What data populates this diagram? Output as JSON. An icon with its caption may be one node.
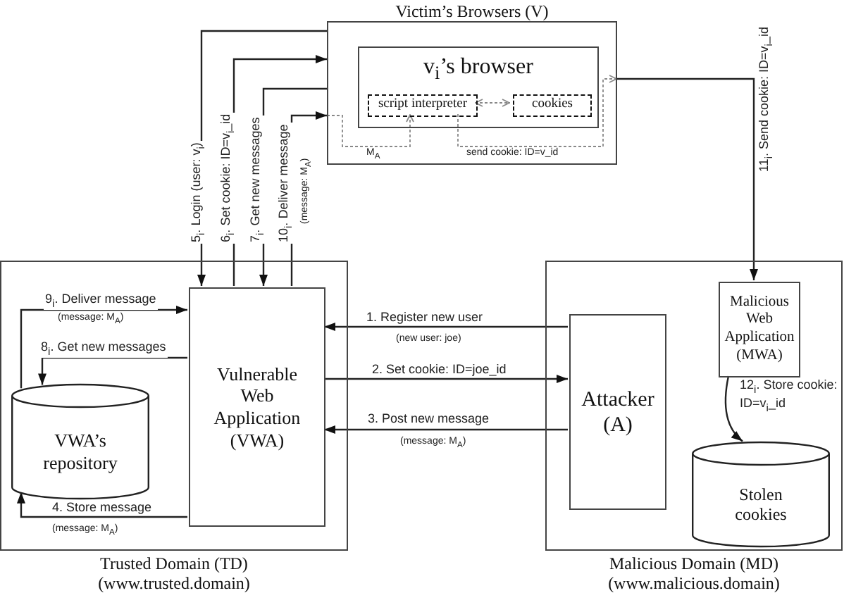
{
  "diagram": {
    "nodes": [
      {
        "text": [
          "Victim’s Browsers (V)"
        ]
      },
      {
        "text": [
          "v$_{i}$’s browser"
        ],
        "in": 0
      },
      {
        "text": [
          "script interpreter"
        ],
        "in": 1
      },
      {
        "text": [
          "cookies"
        ],
        "in": 1
      },
      {
        "text": [
          "Trusted Domain (TD)",
          "(www.trusted.domain)"
        ]
      },
      {
        "text": [
          "Vulnerable Web Application (VWA)"
        ],
        "in": 4
      },
      {
        "text": [
          "VWA’s repository"
        ],
        "in": 4
      },
      {
        "text": [
          "Malicious Domain (MD)",
          "(www.malicious.domain)"
        ]
      },
      {
        "text": [
          "Attacker (A)"
        ],
        "in": 7
      },
      {
        "text": [
          "Malicious Web Application (MWA)"
        ],
        "in": 7
      },
      {
        "text": [
          "Stolen cookies"
        ],
        "in": 7
      }
    ],
    "edges": [
      {
        "from": 0,
        "to": 5,
        "arrow": "to",
        "label": "5$_{i}$. Login (user: v$_{i}$)"
      },
      {
        "from": 5,
        "to": 0,
        "arrow": "to",
        "label": "6$_{i}$. Set cookie: ID=v$_{i}$_id"
      },
      {
        "from": 0,
        "to": 5,
        "arrow": "to",
        "label": "7$_{i}$. Get new messages"
      },
      {
        "from": 5,
        "to": 0,
        "arrow": "to",
        "label": "10$_{i}$. Deliver message"
      },
      {
        "from": 0,
        "to": 2,
        "arrow": "to",
        "label": "M$_{A}$",
        "style": "dashed",
        "color": "#888888"
      },
      {
        "from": 2,
        "to": 3,
        "arrow": "both",
        "style": "dashed",
        "color": "#888888"
      },
      {
        "from": 2,
        "to": 0,
        "arrow": "to",
        "label": "send cookie: ID=v_id",
        "style": "dashed",
        "color": "#888888"
      },
      {
        "from": 0,
        "to": 9,
        "arrow": "to",
        "label": "11$_{i}$. Send cookie: ID=v$_{i}$_id"
      },
      {
        "from": 8,
        "to": 5,
        "arrow": "to",
        "label": "1. Register new user"
      },
      {
        "from": 5,
        "to": 8,
        "arrow": "to",
        "label": "2. Set cookie: ID=joe_id"
      },
      {
        "from": 8,
        "to": 5,
        "arrow": "to",
        "label": "3. Post new message"
      },
      {
        "from": 5,
        "to": 6,
        "arrow": "to",
        "label": "4. Store message"
      },
      {
        "from": 5,
        "to": 6,
        "arrow": "to",
        "label": "8$_{i}$. Get new messages"
      },
      {
        "from": 6,
        "to": 5,
        "arrow": "to",
        "label": "9$_{i}$. Deliver message"
      },
      {
        "from": 9,
        "to": 10,
        "arrow": "to",
        "label": "12$_{i}$. Store cookie: ID=v$_{i}$_id"
      }
    ],
    "labels": [
      "(message: M$_{A}$)",
      "(message: M$_{A}$)",
      "(new user: joe)",
      "(message: M$_{A}$)",
      "(message: M$_{A}$)"
    ]
  }
}
